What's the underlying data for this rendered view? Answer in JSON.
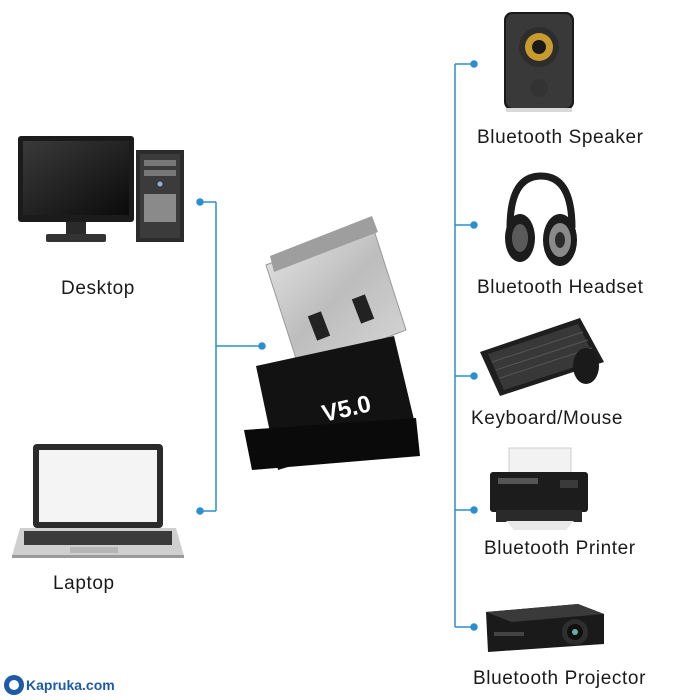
{
  "adapter": {
    "version_label": "V5.0"
  },
  "devices_left": [
    {
      "label": "Desktop",
      "icon": "desktop-computer-icon"
    },
    {
      "label": "Laptop",
      "icon": "laptop-icon"
    }
  ],
  "devices_right": [
    {
      "label": "Bluetooth Speaker",
      "icon": "speaker-icon"
    },
    {
      "label": "Bluetooth Headset",
      "icon": "headset-icon"
    },
    {
      "label": "Keyboard/Mouse",
      "icon": "keyboard-mouse-icon"
    },
    {
      "label": "Bluetooth Printer",
      "icon": "printer-icon"
    },
    {
      "label": "Bluetooth Projector",
      "icon": "projector-icon"
    }
  ],
  "watermark": {
    "text": "Kapruka.com"
  },
  "colors": {
    "connector": "#2a8fd0",
    "adapter_body": "#111111",
    "metal": "#c9c9c9",
    "text": "#1a1a1a"
  }
}
